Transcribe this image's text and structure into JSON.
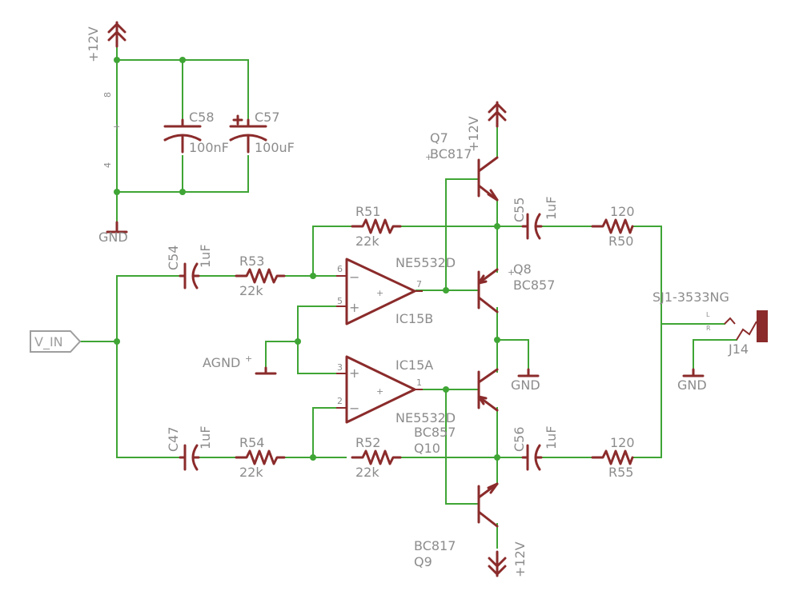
{
  "power": {
    "supply_label": "+12V",
    "ground_label": "GND",
    "analog_ground_label": "AGND"
  },
  "supply_pins": {
    "pin_top": "8",
    "pin_bottom": "4",
    "symbol": "+"
  },
  "capacitors": {
    "c58": {
      "name": "C58",
      "value": "100nF"
    },
    "c57": {
      "name": "C57",
      "value": "100uF"
    },
    "c54": {
      "name": "C54",
      "value": "1uF"
    },
    "c47": {
      "name": "C47",
      "value": "1uF"
    },
    "c55": {
      "name": "C55",
      "value": "1uF"
    },
    "c56": {
      "name": "C56",
      "value": "1uF"
    }
  },
  "resistors": {
    "r51": {
      "name": "R51",
      "value": "22k"
    },
    "r52": {
      "name": "R52",
      "value": "22k"
    },
    "r53": {
      "name": "R53",
      "value": "22k"
    },
    "r54": {
      "name": "R54",
      "value": "22k"
    },
    "r50": {
      "name": "R50",
      "value": "120"
    },
    "r55": {
      "name": "R55",
      "value": "120"
    }
  },
  "transistors": {
    "q7": {
      "name": "Q7",
      "part": "BC817"
    },
    "q8": {
      "name": "Q8",
      "part": "BC857"
    },
    "q9": {
      "name": "Q9",
      "part": "BC817"
    },
    "q10": {
      "name": "Q10",
      "part": "BC857"
    }
  },
  "opamps": {
    "ic15b": {
      "name": "IC15B",
      "part": "NE5532D",
      "pin_minus": "6",
      "pin_plus": "5",
      "pin_out": "7"
    },
    "ic15a": {
      "name": "IC15A",
      "part": "NE5532D",
      "pin_plus": "3",
      "pin_minus": "2",
      "pin_out": "1"
    }
  },
  "connector": {
    "name": "J14",
    "part": "SJ1-3533NG",
    "pin_left": "L",
    "pin_right": "R"
  },
  "input_port": {
    "label": "V_IN"
  },
  "signs": {
    "plus": "+",
    "minus": "−"
  },
  "colors": {
    "wire": "#3fa535",
    "component": "#8b2b2b",
    "label": "#8c8c8c"
  }
}
